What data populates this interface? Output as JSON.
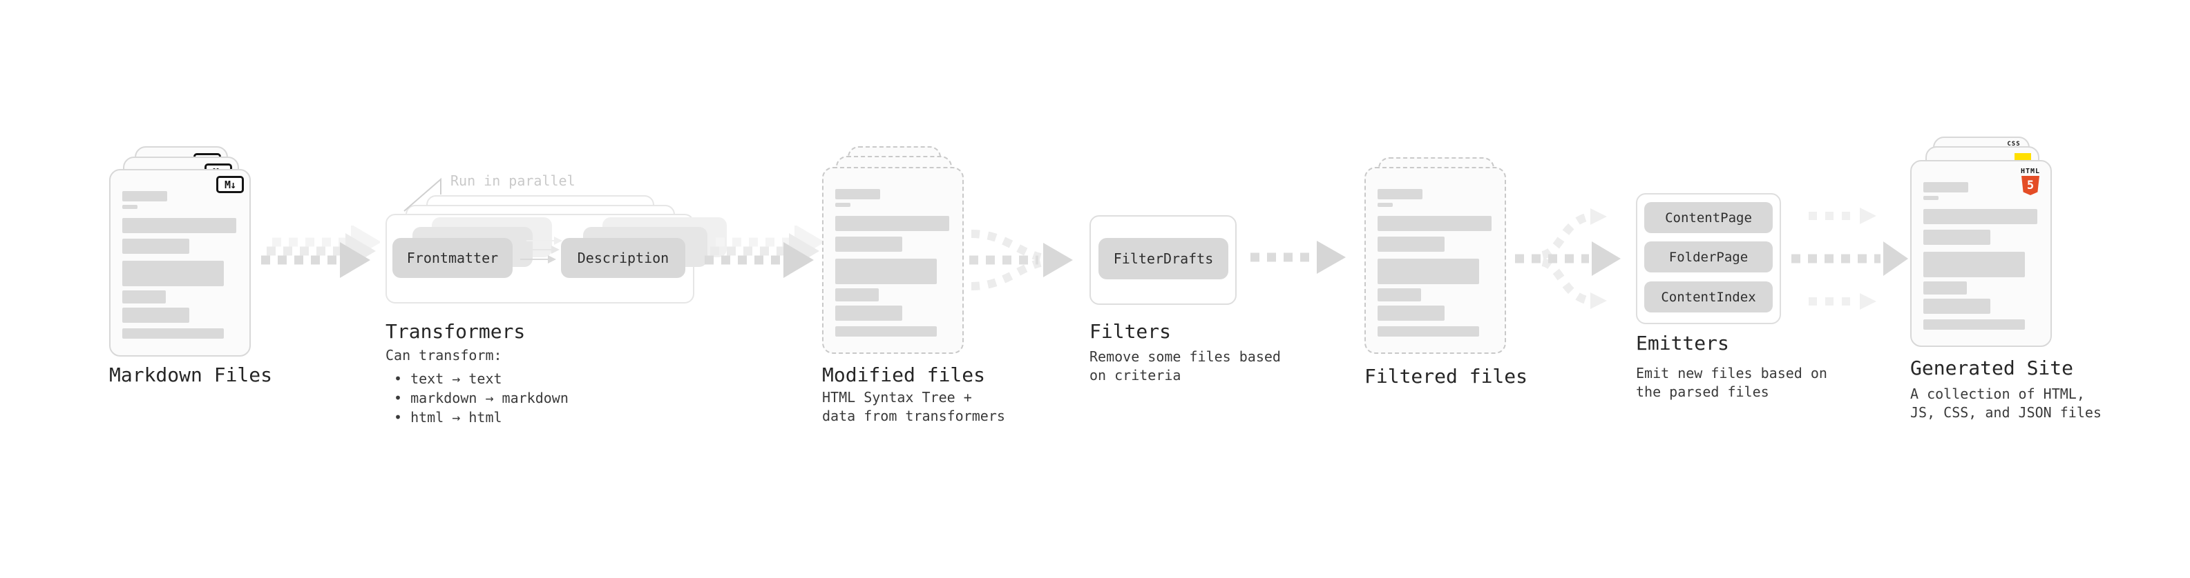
{
  "colors": {
    "html5_orange": "#e44d26",
    "js_yellow": "#ffdf00",
    "css_blue": "#2760e6",
    "chip_gray": "#d8d8d8",
    "text_dark": "#262626"
  },
  "stages": {
    "markdown_files": {
      "label": "Markdown Files",
      "badge": "M↓"
    },
    "transformers": {
      "label": "Transformers",
      "note": "Run in parallel",
      "chips": {
        "from": "Frontmatter",
        "to": "Description"
      },
      "caption_title": "Can transform:",
      "bullets": [
        "• text → text",
        "• markdown → markdown",
        "• html → html"
      ]
    },
    "modified_files": {
      "label": "Modified files",
      "caption": "HTML Syntax Tree +\ndata from transformers"
    },
    "filters": {
      "label": "Filters",
      "chip": "FilterDrafts",
      "caption": "Remove some files based\non criteria"
    },
    "filtered_files": {
      "label": "Filtered files"
    },
    "emitters": {
      "label": "Emitters",
      "chips": [
        "ContentPage",
        "FolderPage",
        "ContentIndex"
      ],
      "caption": "Emit new files based on\nthe parsed files"
    },
    "generated_site": {
      "label": "Generated Site",
      "caption": "A collection of HTML,\nJS, CSS, and JSON files",
      "badges": {
        "css_label": "CSS",
        "html_label": "HTML",
        "html_number": "5"
      }
    }
  }
}
